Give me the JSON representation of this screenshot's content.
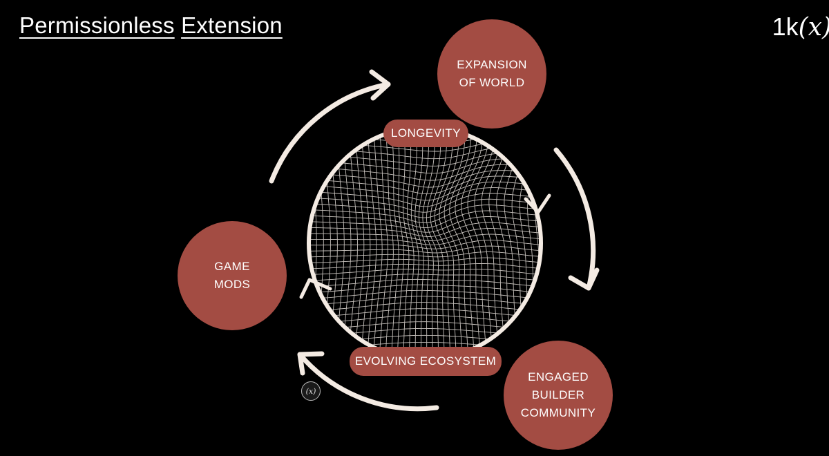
{
  "title": {
    "word1": "Permissionless",
    "word2": "Extension"
  },
  "logo": {
    "prefix": "1k",
    "suffix": "(x)"
  },
  "nodes": {
    "expansion": "EXPANSION\nOF WORLD",
    "mods": "GAME\nMODS",
    "community": "ENGAGED\nBUILDER\nCOMMUNITY"
  },
  "pills": {
    "top": "LONGEVITY",
    "bottom": "EVOLVING ECOSYSTEM"
  },
  "badge": "(x)",
  "colors": {
    "node_fill": "#a34c43",
    "arrow": "#f4ebe3",
    "background": "#000000"
  }
}
